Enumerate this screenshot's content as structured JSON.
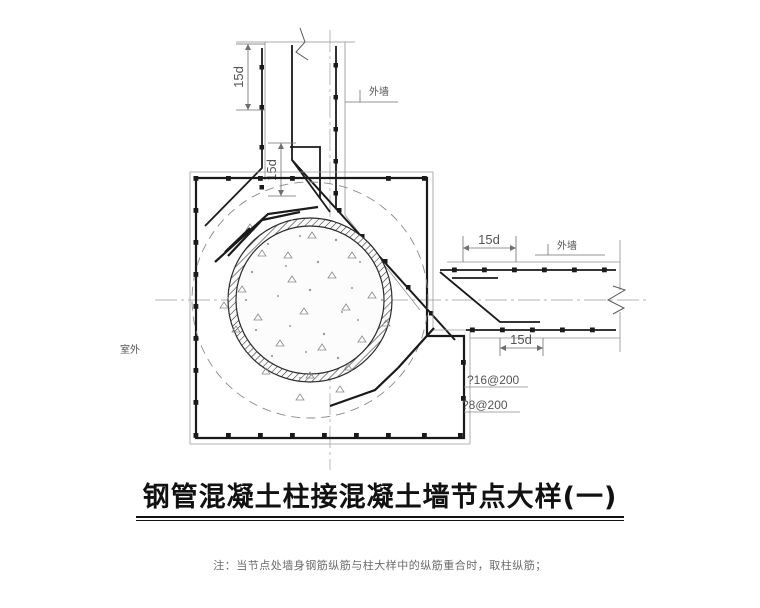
{
  "drawing": {
    "title": "钢管混凝土柱接混凝土墙节点大样(一)",
    "note": "注：当节点处墙身钢筋纵筋与柱大样中的纵筋重合时，取柱纵筋；",
    "labels": {
      "dim_top_1": "15d",
      "dim_top_2": "15d",
      "dim_right_1": "15d",
      "dim_right_2": "15d",
      "wall_top": "外墙",
      "wall_right": "外墙",
      "outdoor": "室外",
      "rebar_main": "?16@200",
      "rebar_stirrup": "?8@200"
    },
    "colors": {
      "line_heavy": "#1a1a1a",
      "line_thin": "#8a8a8a",
      "text": "#666666",
      "title": "#111111",
      "background": "#ffffff",
      "concrete_fill": "#fbfbfb"
    }
  }
}
